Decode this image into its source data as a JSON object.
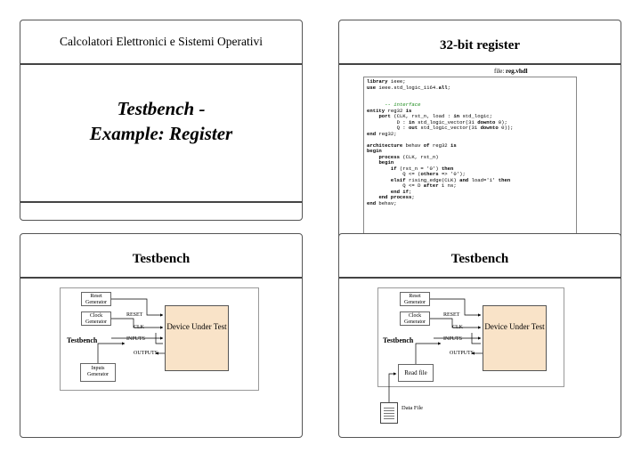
{
  "slide1": {
    "heading": "Calcolatori Elettronici e Sistemi Operativi",
    "title_line1": "Testbench -",
    "title_line2": "Example: Register"
  },
  "slide2": {
    "title": "32-bit register",
    "file_label": "file:",
    "file_name": "reg.vhdl"
  },
  "slide3": {
    "title": "Testbench",
    "reset_gen": "Reset Generator",
    "clock_gen": "Clock Generator",
    "inputs_gen": "Inputs Generator",
    "dut": "Device Under Test",
    "testbench_label": "Testbench",
    "sig_reset": "RESET",
    "sig_clk": "CLK",
    "sig_inputs": "INPUTS",
    "sig_outputs": "OUTPUTS"
  },
  "slide4": {
    "title": "Testbench",
    "reset_gen": "Reset Generator",
    "clock_gen": "Clock Generator",
    "read_file": "Read file",
    "data_file": "Data File",
    "dut": "Device Under Test",
    "testbench_label": "Testbench",
    "sig_reset": "RESET",
    "sig_clk": "CLK",
    "sig_inputs": "INPUTS",
    "sig_outputs": "OUTPUTS"
  }
}
